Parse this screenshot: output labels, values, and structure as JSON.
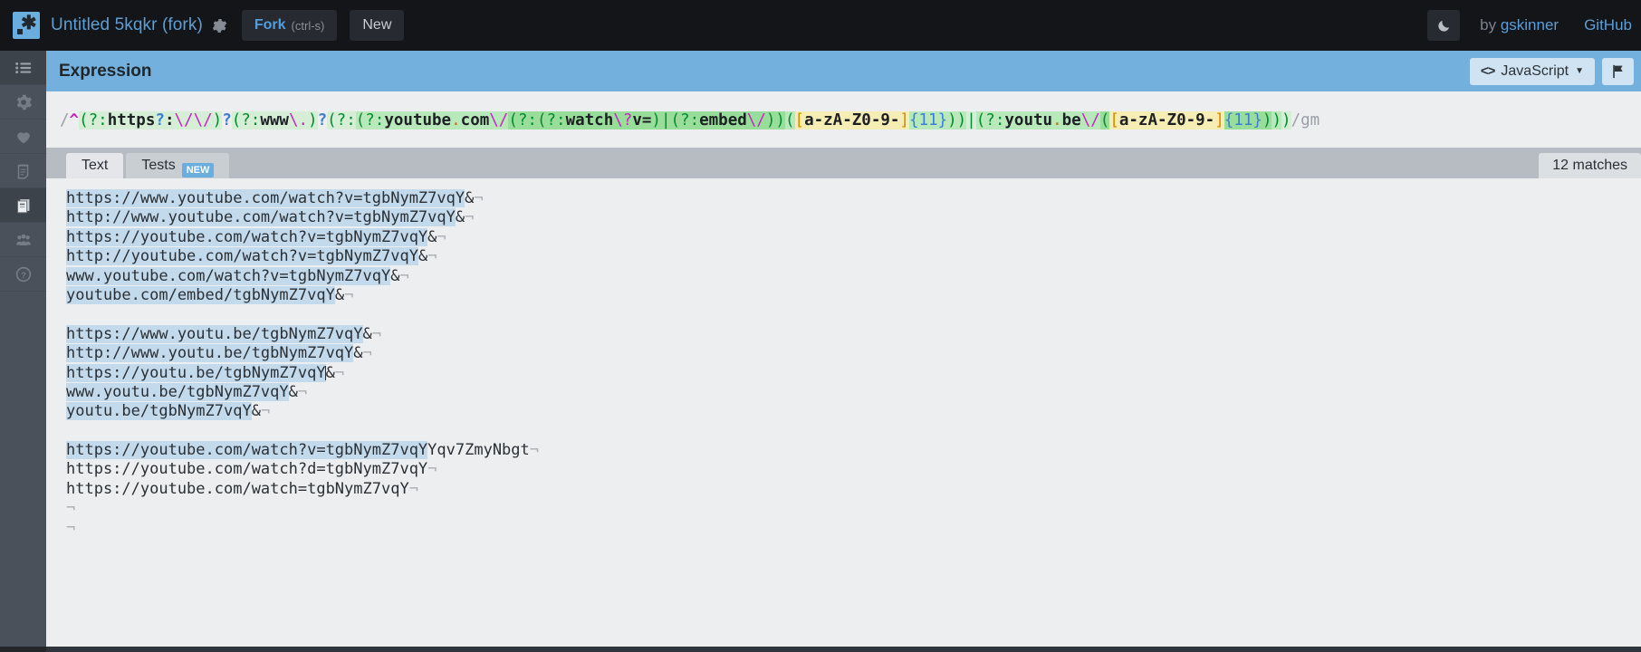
{
  "topbar": {
    "logo_icon": "regexr-star-logo",
    "doc_title": "Untitled 5kqkr (fork)",
    "gear_icon": "gear-icon",
    "fork_label": "Fork",
    "fork_shortcut": "(ctrl-s)",
    "new_label": "New",
    "theme_icon": "moon-icon",
    "byline_prefix": "by ",
    "byline_author": "gskinner",
    "github_label": "GitHub"
  },
  "rail": {
    "items": [
      {
        "name": "list-icon",
        "title": "Samples",
        "active": true
      },
      {
        "name": "gear-icon",
        "title": "Settings",
        "active": false
      },
      {
        "name": "heart-icon",
        "title": "Favorites",
        "active": false
      },
      {
        "name": "notepad-icon",
        "title": "Cheatsheet",
        "active": false
      },
      {
        "name": "reference-icon",
        "title": "Reference",
        "active": true
      },
      {
        "name": "community-icon",
        "title": "Community",
        "active": false
      },
      {
        "name": "help-icon",
        "title": "Help",
        "active": false
      }
    ]
  },
  "expression": {
    "header_title": "Expression",
    "language_label": "JavaScript",
    "language_icon": "code-brackets-icon",
    "language_chevron": "chevron-down-icon",
    "flag_icon": "flag-icon",
    "open_slash": "/",
    "pattern": "^(?:https?:\\/\\/)?(?:www\\.)?(?:(?:youtube.com\\/(?:(?:watch\\?v=)|(?:embed\\/))([a-zA-Z0-9-]{11}))|(?:youtu.be\\/([a-zA-Z0-9-]{11})))",
    "close_slash": "/",
    "flags": "gm",
    "tokens": [
      {
        "t": "/",
        "c": "tkslash",
        "bg": ""
      },
      {
        "t": "^",
        "c": "tkanch",
        "bg": ""
      },
      {
        "t": "(?:",
        "c": "tkgrp",
        "bg": "bg1"
      },
      {
        "t": "https",
        "c": "tklit",
        "bg": "bg1"
      },
      {
        "t": "?",
        "c": "tkq",
        "bg": "bg1"
      },
      {
        "t": ":",
        "c": "tklit",
        "bg": "bg1"
      },
      {
        "t": "\\/",
        "c": "tkesc",
        "bg": "bg1"
      },
      {
        "t": "\\/",
        "c": "tkesc",
        "bg": "bg1"
      },
      {
        "t": ")",
        "c": "tkgrp",
        "bg": "bg1"
      },
      {
        "t": "?",
        "c": "tkq",
        "bg": ""
      },
      {
        "t": "(?:",
        "c": "tkgrp",
        "bg": "bg1"
      },
      {
        "t": "www",
        "c": "tklit",
        "bg": "bg1"
      },
      {
        "t": "\\.",
        "c": "tkesc",
        "bg": "bg1"
      },
      {
        "t": ")",
        "c": "tkgrp",
        "bg": "bg1"
      },
      {
        "t": "?",
        "c": "tkq",
        "bg": ""
      },
      {
        "t": "(?:",
        "c": "tkgrp",
        "bg": "bg1"
      },
      {
        "t": "(?:",
        "c": "tkgrp",
        "bg": "bg2"
      },
      {
        "t": "youtube",
        "c": "tklit",
        "bg": "bg2"
      },
      {
        "t": ".",
        "c": "tkdot",
        "bg": "bg2"
      },
      {
        "t": "com",
        "c": "tklit",
        "bg": "bg2"
      },
      {
        "t": "\\/",
        "c": "tkesc",
        "bg": "bg2"
      },
      {
        "t": "(?:",
        "c": "tkgrp",
        "bg": "bg3"
      },
      {
        "t": "(?:",
        "c": "tkgrp",
        "bg": "bg3"
      },
      {
        "t": "watch",
        "c": "tklit",
        "bg": "bg3"
      },
      {
        "t": "\\?",
        "c": "tkesc",
        "bg": "bg3"
      },
      {
        "t": "v=",
        "c": "tklit",
        "bg": "bg3"
      },
      {
        "t": ")",
        "c": "tkgrp",
        "bg": "bg3"
      },
      {
        "t": "|",
        "c": "tkalt",
        "bg": "bg3"
      },
      {
        "t": "(?:",
        "c": "tkgrp",
        "bg": "bg3"
      },
      {
        "t": "embed",
        "c": "tklit",
        "bg": "bg3"
      },
      {
        "t": "\\/",
        "c": "tkesc",
        "bg": "bg3"
      },
      {
        "t": ")",
        "c": "tkgrp",
        "bg": "bg3"
      },
      {
        "t": ")",
        "c": "tkgrp",
        "bg": "bg3"
      },
      {
        "t": "(",
        "c": "tkgrp",
        "bg": "bg2"
      },
      {
        "t": "[",
        "c": "tkset",
        "bg": "bgset"
      },
      {
        "t": "a-zA-Z0-9-",
        "c": "tksetin",
        "bg": "bgset"
      },
      {
        "t": "]",
        "c": "tkset",
        "bg": "bgset"
      },
      {
        "t": "{11}",
        "c": "tkrep",
        "bg": "bg2"
      },
      {
        "t": ")",
        "c": "tkgrp",
        "bg": "bg2"
      },
      {
        "t": ")",
        "c": "tkgrp",
        "bg": "bg2"
      },
      {
        "t": "|",
        "c": "tkalt",
        "bg": "bg1"
      },
      {
        "t": "(?:",
        "c": "tkgrp",
        "bg": "bg2"
      },
      {
        "t": "youtu",
        "c": "tklit",
        "bg": "bg2"
      },
      {
        "t": ".",
        "c": "tkdot",
        "bg": "bg2"
      },
      {
        "t": "be",
        "c": "tklit",
        "bg": "bg2"
      },
      {
        "t": "\\/",
        "c": "tkesc",
        "bg": "bg2"
      },
      {
        "t": "(",
        "c": "tkgrp",
        "bg": "bg3"
      },
      {
        "t": "[",
        "c": "tkset",
        "bg": "bgset"
      },
      {
        "t": "a-zA-Z0-9-",
        "c": "tksetin",
        "bg": "bgset"
      },
      {
        "t": "]",
        "c": "tkset",
        "bg": "bgset"
      },
      {
        "t": "{11}",
        "c": "tkrep",
        "bg": "bg3"
      },
      {
        "t": ")",
        "c": "tkgrp",
        "bg": "bg3"
      },
      {
        "t": ")",
        "c": "tkgrp",
        "bg": "bg2"
      },
      {
        "t": ")",
        "c": "tkgrp",
        "bg": "bg1"
      },
      {
        "t": "/",
        "c": "tkflags",
        "bg": ""
      },
      {
        "t": "gm",
        "c": "tkflags",
        "bg": ""
      }
    ]
  },
  "tabs": {
    "text_label": "Text",
    "tests_label": "Tests",
    "tests_badge": "NEW",
    "match_count": "12 matches"
  },
  "text_panel": {
    "lines": [
      {
        "match": "https://www.youtube.com/watch?v=tgbNymZ7vqY",
        "tail": "&",
        "pilcrow": true
      },
      {
        "match": "http://www.youtube.com/watch?v=tgbNymZ7vqY",
        "tail": "&",
        "pilcrow": true
      },
      {
        "match": "https://youtube.com/watch?v=tgbNymZ7vqY",
        "tail": "&",
        "pilcrow": true
      },
      {
        "match": "http://youtube.com/watch?v=tgbNymZ7vqY",
        "tail": "&",
        "pilcrow": true
      },
      {
        "match": "www.youtube.com/watch?v=tgbNymZ7vqY",
        "tail": "&",
        "pilcrow": true
      },
      {
        "match": "youtube.com/embed/tgbNymZ7vqY",
        "tail": "&",
        "pilcrow": true
      },
      {
        "match": "",
        "tail": "",
        "pilcrow": false
      },
      {
        "match": "https://www.youtu.be/tgbNymZ7vqY",
        "tail": "&",
        "pilcrow": true
      },
      {
        "match": "http://www.youtu.be/tgbNymZ7vqY",
        "tail": "&",
        "pilcrow": true
      },
      {
        "match": "https://youtu.be/tgbNymZ7vqY",
        "tail": "&",
        "pilcrow": true,
        "caret": true
      },
      {
        "match": "www.youtu.be/tgbNymZ7vqY",
        "tail": "&",
        "pilcrow": true
      },
      {
        "match": "youtu.be/tgbNymZ7vqY",
        "tail": "&",
        "pilcrow": true
      },
      {
        "match": "",
        "tail": "",
        "pilcrow": false
      },
      {
        "match": "https://youtube.com/watch?v=tgbNymZ7vqY",
        "tail": "Yqv7ZmyNbgt",
        "pilcrow": true
      },
      {
        "match": "",
        "tail": "https://youtube.com/watch?d=tgbNymZ7vqY",
        "pilcrow": true
      },
      {
        "match": "",
        "tail": "https://youtube.com/watch=tgbNymZ7vqY",
        "pilcrow": true
      },
      {
        "match": "",
        "tail": "",
        "pilcrow": true
      },
      {
        "match": "",
        "tail": "",
        "pilcrow": true
      }
    ]
  },
  "colors": {
    "accent_blue": "#6aaee0",
    "header_blue": "#73b0de",
    "panel_bg": "#eceef0",
    "rail_bg": "#4a515a",
    "topbar_bg": "#141519",
    "match_highlight": "#c3d9ec"
  }
}
